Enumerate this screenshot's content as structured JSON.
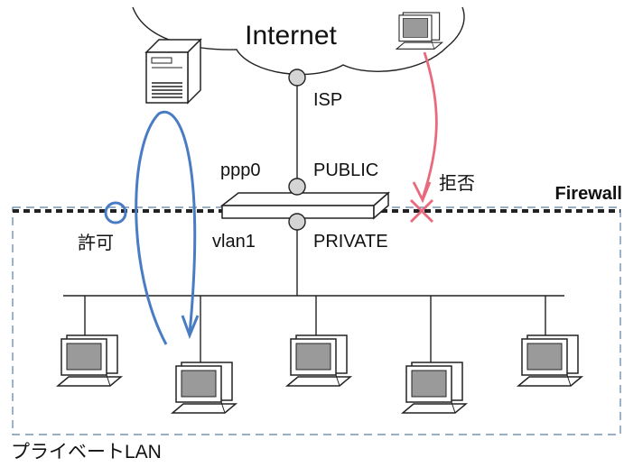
{
  "labels": {
    "internet": "Internet",
    "isp": "ISP",
    "ppp0": "ppp0",
    "public": "PUBLIC",
    "vlan1": "vlan1",
    "private": "PRIVATE",
    "firewall": "Firewall",
    "allow": "許可",
    "deny": "拒否",
    "lan": "プライベートLAN"
  },
  "colors": {
    "allow_arrow": "#4a7cc4",
    "deny_arrow": "#e86a7c",
    "lan_border": "#5b7fa8",
    "line": "#222222",
    "monitor_screen": "#9a9a9a"
  },
  "icons": {
    "server": "server-icon",
    "computer": "computer-icon",
    "router": "router-icon"
  }
}
